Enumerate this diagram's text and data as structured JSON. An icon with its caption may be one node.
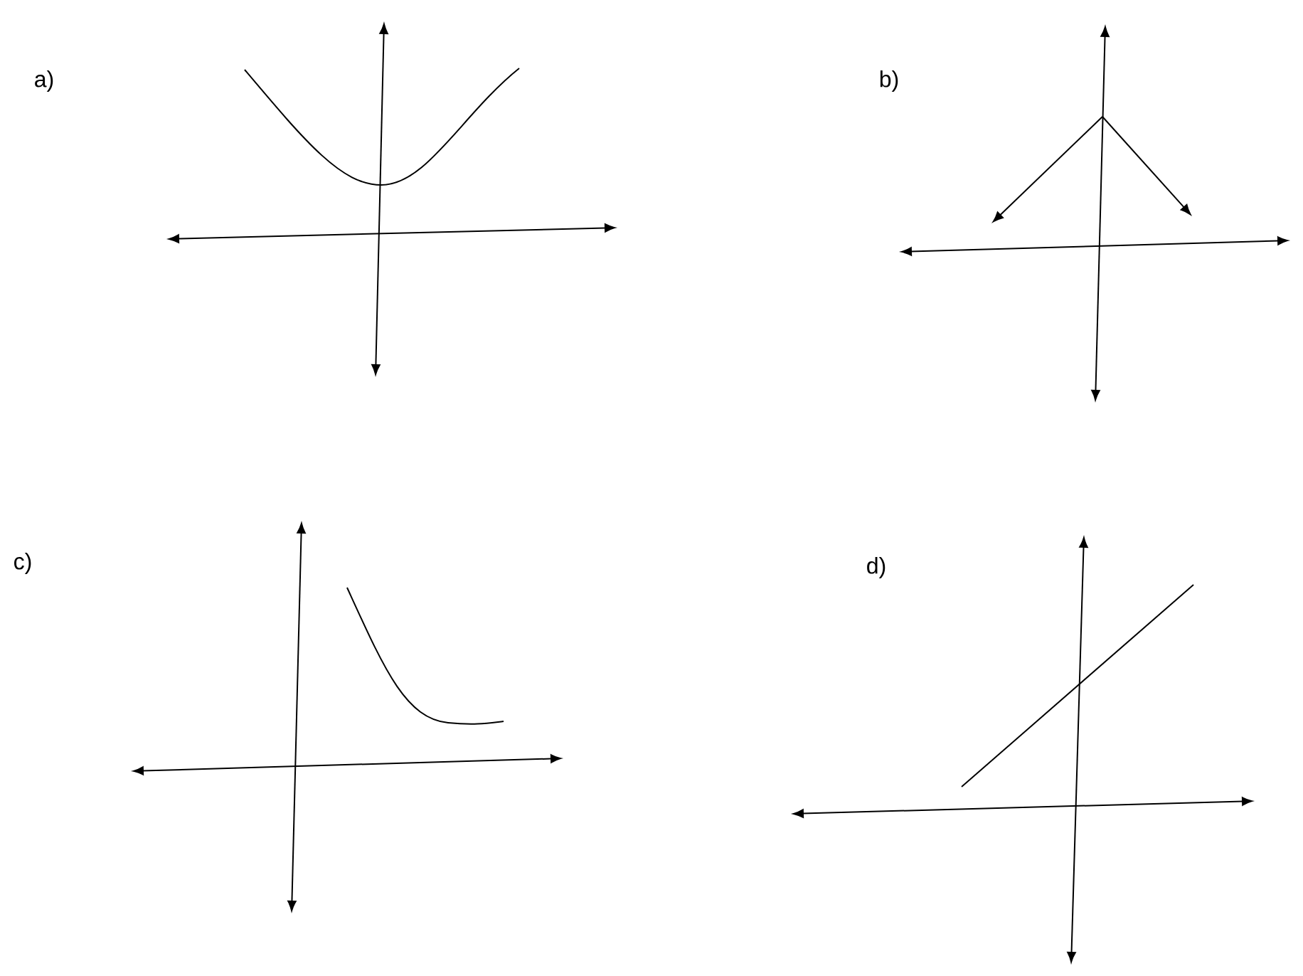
{
  "diagram": {
    "labels": [
      "a)",
      "b)",
      "c)",
      "d)"
    ]
  }
}
